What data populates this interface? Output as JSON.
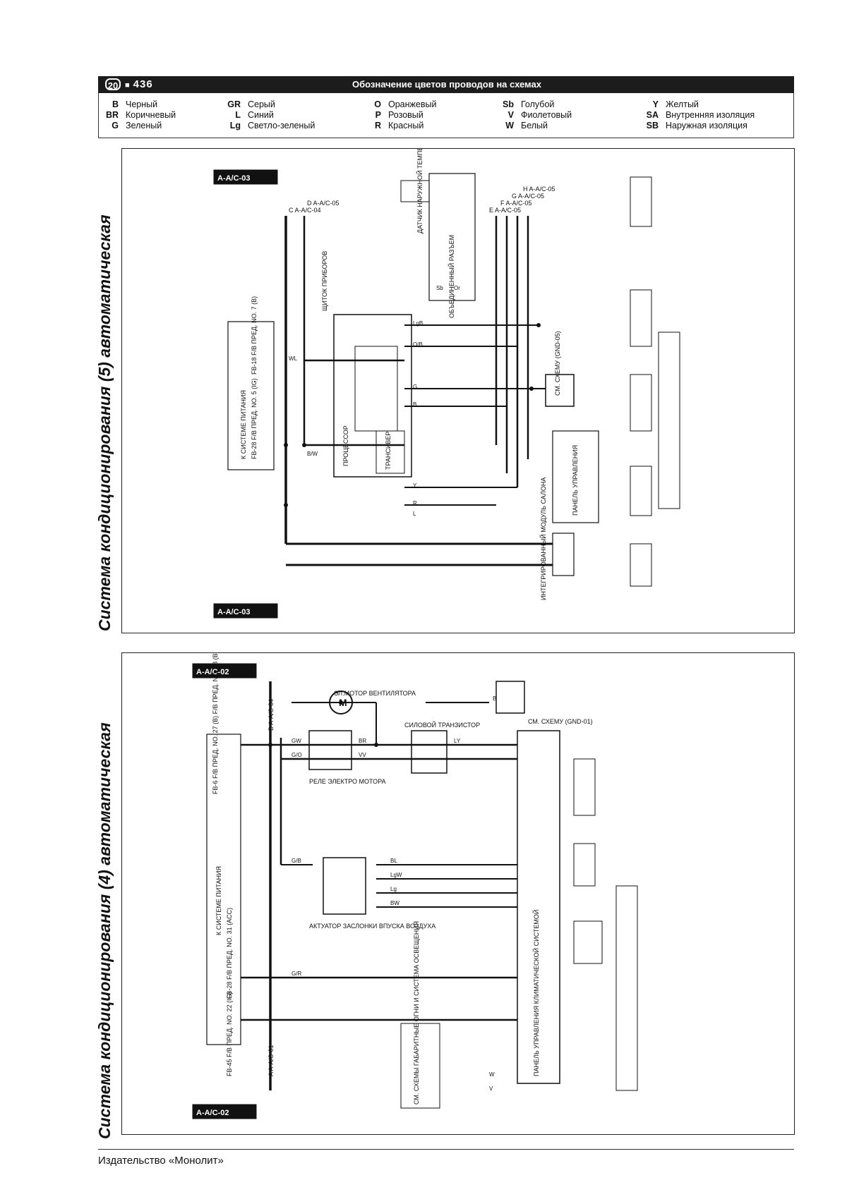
{
  "header": {
    "section_badge": "20",
    "page_number": "436",
    "title": "Обозначение цветов проводов на схемах"
  },
  "legend": [
    [
      {
        "code": "B",
        "name": "Черный"
      },
      {
        "code": "BR",
        "name": "Коричневый"
      },
      {
        "code": "G",
        "name": "Зеленый"
      }
    ],
    [
      {
        "code": "GR",
        "name": "Серый"
      },
      {
        "code": "L",
        "name": "Синий"
      },
      {
        "code": "Lg",
        "name": "Светло-зеленый"
      }
    ],
    [
      {
        "code": "O",
        "name": "Оранжевый"
      },
      {
        "code": "P",
        "name": "Розовый"
      },
      {
        "code": "R",
        "name": "Красный"
      }
    ],
    [
      {
        "code": "Sb",
        "name": "Голубой"
      },
      {
        "code": "V",
        "name": "Фиолетовый"
      },
      {
        "code": "W",
        "name": "Белый"
      }
    ],
    [
      {
        "code": "Y",
        "name": "Желтый"
      },
      {
        "code": "SA",
        "name": "Внутренняя изоляция"
      },
      {
        "code": "SB",
        "name": "Наружная изоляция"
      }
    ]
  ],
  "diagram5": {
    "title": "Система кондиционирования (5) автоматическая",
    "page_ref": "A-A/C-03",
    "power_box": "К СИСТЕМЕ ПИТАНИЯ",
    "fuse_left": "FB-28 F/B ПРЕД. NO. 5 (IG)",
    "fuse_right": "FB-18 F/B ПРЕД. NO. 7 (B)",
    "connectors": [
      "C A-A/C-04",
      "D A-A/C-05",
      "E A-A/C-05",
      "F A-A/C-05",
      "G A-A/C-05",
      "H A-A/C-05"
    ],
    "dashboard": "ЩИТОК ПРИБОРОВ",
    "processor": "ПРОЦЕССОР",
    "transceiver": "ТРАНСИВЕР",
    "ac_panel": "ПАНЕЛЬ УПРАВЛЕНИЯ",
    "integrated_module": "ИНТЕГРИРОВАННЫЙ МОДУЛЬ САЛОНА",
    "temp_sensor": "ДАТЧИК НАРУЖНОЙ ТЕМПЕРАТУРЫ",
    "joint": "ОБЪЕДИНЕННЫЙ РАЗЪЕМ",
    "ground_ref": "СМ. СХЕМУ (GND-05)",
    "wires": [
      "WL",
      "B/W",
      "Y",
      "R",
      "L",
      "B",
      "G",
      "O/B",
      "LgB",
      "Sb",
      "Or"
    ]
  },
  "diagram4": {
    "title": "Система кондиционирования (4) автоматическая",
    "page_ref": "A-A/C-02",
    "power_box": "К СИСТЕМЕ ПИТАНИЯ",
    "fuse_a": "FB-45 F/B ПРЕД. NO. 22 (IG)",
    "fuse_b": "FB-28 F/B ПРЕД. NO. 31 (ACC)",
    "fuse_c": "FB-6 F/B ПРЕД. NO. 27 (B) F/B ПРЕД. NO. 28 (B)",
    "connectors": [
      "A A-A/C-01",
      "B A-A/C-04"
    ],
    "blower_motor": "ЭЛ.МОТОР ВЕНТИЛЯТОРА",
    "power_transistor": "СИЛОВОЙ ТРАНЗИСТОР",
    "motor_relay": "РЕЛЕ ЭЛЕКТРО МОТОРА",
    "intake_actuator": "АКТУАТОР ЗАСЛОНКИ ВПУСКА ВОЗДУХА",
    "climate_panel": "ПАНЕЛЬ УПРАВЛЕНИЯ КЛИМАТИЧЕСКОЙ СИСТЕМОЙ",
    "lighting_ref": "СМ. СХЕМЫ ГАБАРИТНЫЕ ОГНИ И СИСТЕМА ОСВЕЩЕНИЯ",
    "ground_ref": "СМ. СХЕМУ (GND-01)",
    "wires": [
      "GW",
      "BR",
      "G/O",
      "VV",
      "BL",
      "LgW",
      "Lg",
      "BW",
      "G/B",
      "G/R",
      "B",
      "LY",
      "W",
      "V"
    ]
  },
  "footer": {
    "publisher": "Издательство «Монолит»"
  }
}
